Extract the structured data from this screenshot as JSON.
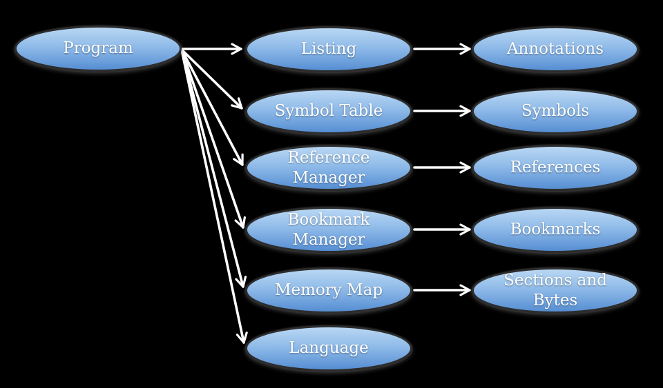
{
  "colors": {
    "background": "#000000",
    "ellipse_top": "#b9d7f3",
    "ellipse_mid": "#8db9e8",
    "ellipse_bottom": "#568ed3",
    "ellipse_border": "#2d2d2d",
    "arrow": "#ffffff",
    "label": "#ffffff"
  },
  "nodes": {
    "program": "Program",
    "listing": "Listing",
    "symbol_table": "Symbol Table",
    "reference_manager": "Reference Manager",
    "bookmark_manager": "Bookmark Manager",
    "memory_map": "Memory Map",
    "language": "Language",
    "annotations": "Annotations",
    "symbols": "Symbols",
    "references": "References",
    "bookmarks": "Bookmarks",
    "sections_and_bytes": "Sections and Bytes"
  },
  "edges": [
    {
      "from": "Program",
      "to": "Listing"
    },
    {
      "from": "Program",
      "to": "Symbol Table"
    },
    {
      "from": "Program",
      "to": "Reference Manager"
    },
    {
      "from": "Program",
      "to": "Bookmark Manager"
    },
    {
      "from": "Program",
      "to": "Memory Map"
    },
    {
      "from": "Program",
      "to": "Language"
    },
    {
      "from": "Listing",
      "to": "Annotations"
    },
    {
      "from": "Symbol Table",
      "to": "Symbols"
    },
    {
      "from": "Reference Manager",
      "to": "References"
    },
    {
      "from": "Bookmark Manager",
      "to": "Bookmarks"
    },
    {
      "from": "Memory Map",
      "to": "Sections and Bytes"
    }
  ]
}
